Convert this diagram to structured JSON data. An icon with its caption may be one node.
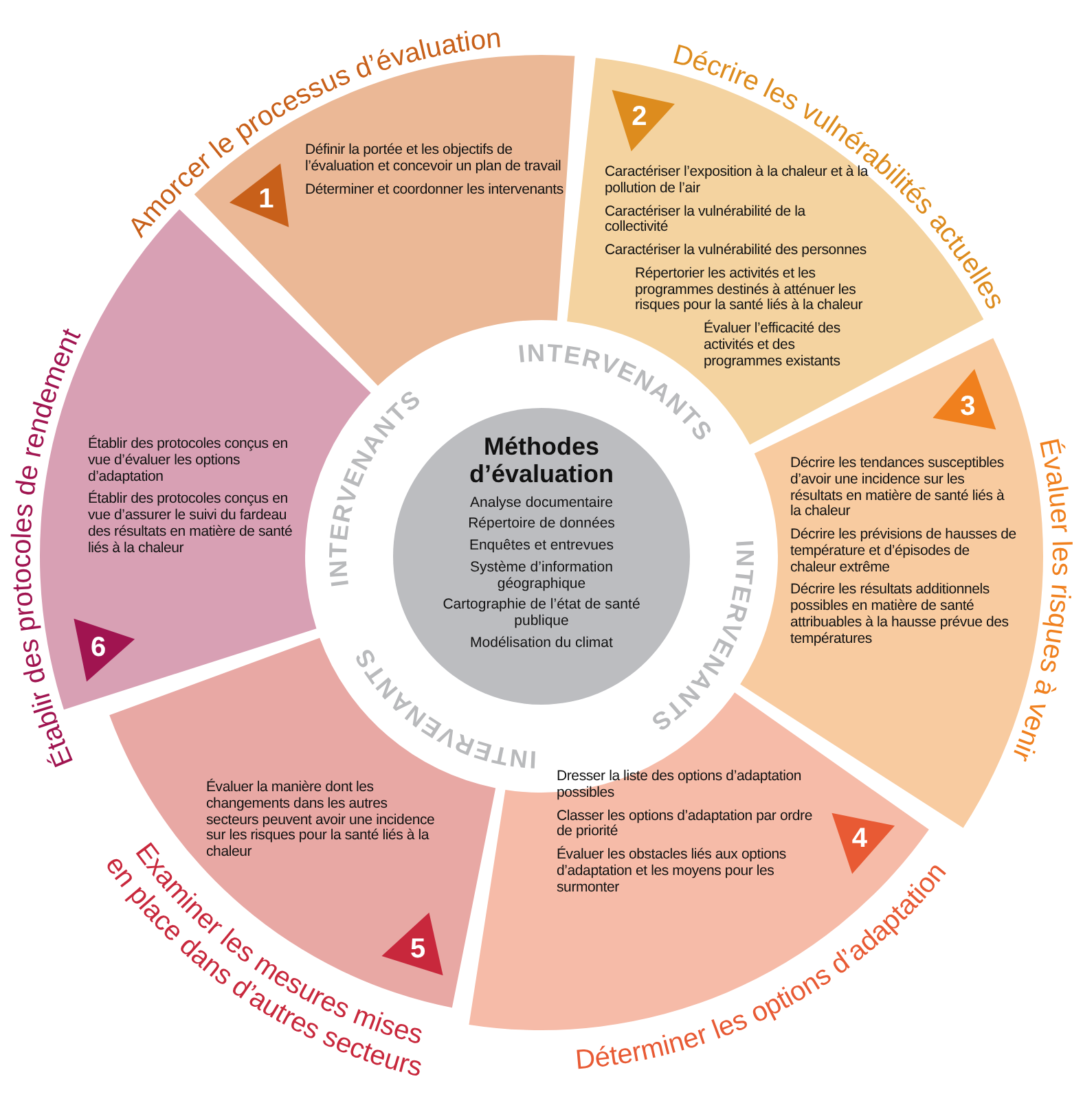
{
  "diagram": {
    "nodes": [
      {
        "text": [
          "Amorcer le processus d’évaluation",
          "1",
          "Définir la portée et les objectifs de l’évaluation et concevoir un plan de travail",
          "Déterminer et coordonner les intervenants"
        ]
      },
      {
        "text": [
          "Décrire les vulnérabilités actuelles",
          "2",
          "Caractériser l’exposition à la chaleur et à la pollution de l’air",
          "Caractériser la vulnérabilité de la collectivité",
          "Caractériser la vulnérabilité des personnes",
          "Répertorier les activités et les programmes destinés à atténuer les risques pour la santé liés à la chaleur",
          "Évaluer l’efficacité des activités et des programmes existants"
        ]
      },
      {
        "text": [
          "Évaluer les risques à venir",
          "3",
          "Décrire les tendances susceptibles d’avoir une incidence sur les résultats en matière de santé liés à la chaleur",
          "Décrire les prévisions de hausses de température et d’épisodes de chaleur extrême",
          "Décrire les résultats additionnels possibles en matière de santé attribuables à la hausse prévue des températures"
        ]
      },
      {
        "text": [
          "Déterminer les options d’adaptation",
          "4",
          "Dresser la liste des options d’adaptation possibles",
          "Classer les options d’adaptation par ordre de priorité",
          "Évaluer les obstacles liés aux options d’adaptation et les moyens pour les surmonter"
        ]
      },
      {
        "text": [
          "Examiner les mesures mises en place dans d’autres secteurs",
          "Évaluer la manière dont les changements dans les autres secteurs peuvent avoir une incidence sur les risques pour la santé liés à la chaleur",
          "5"
        ]
      },
      {
        "text": [
          "Établir des protocoles de rendement",
          "Établir des protocoles conçus en vue d’évaluer les options d’adaptation",
          "Établir des protocoles conçus en vue d’assurer le suivi du fardeau des résultats en matière de santé liés à la chaleur",
          "6"
        ]
      },
      {
        "text": [
          "INTERVENANTS",
          "INTERVENANTS",
          "INTERVENANTS",
          "INTERVENANTS"
        ]
      },
      {
        "text": [
          "Méthodes d’évaluation",
          "Analyse documentaire",
          "Répertoire de données",
          "Enquêtes et entrevues",
          "Système d’information géographique",
          "Cartographie de l’état de santé publique",
          "Modélisation du climat"
        ]
      }
    ]
  }
}
